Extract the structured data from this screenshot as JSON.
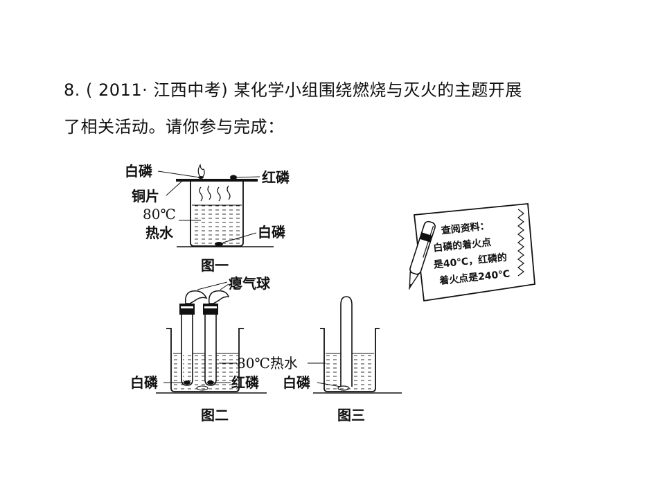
{
  "question": {
    "line1": "8. ( 2011·  江西中考) 某化学小组围绕燃烧与灭火的主题开展",
    "line2": "了相关活动。请你参与完成："
  },
  "figure1": {
    "caption": "图一",
    "white_phosphorus_top": "白磷",
    "copper_sheet": "铜片",
    "red_phosphorus": "红磷",
    "water_temp": "80℃",
    "hot_water": "热水",
    "white_phosphorus_bottom": "白磷"
  },
  "figure2": {
    "caption": "图二",
    "balloon": "瘪气球",
    "water_label": "80℃热水",
    "white_phosphorus": "白磷",
    "red_phosphorus": "红磷"
  },
  "figure3": {
    "caption": "图三",
    "white_phosphorus": "白磷"
  },
  "note_card": {
    "line1": "查阅资料：",
    "line2": "白磷的着火点",
    "line3": "是40℃，红磷的",
    "line4": "着火点是240℃"
  }
}
